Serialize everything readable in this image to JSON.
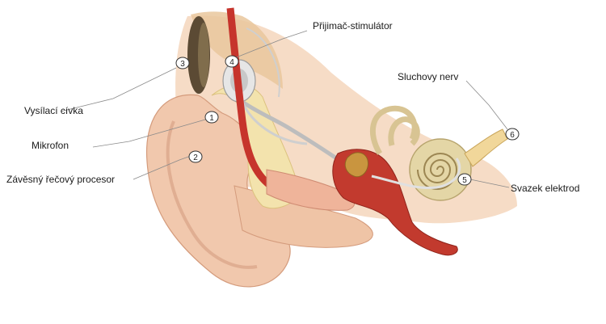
{
  "labels": {
    "receiver_stimulator": "Přijimač-stimulátor",
    "auditory_nerve": "Sluchovy nerv",
    "transmitting_coil": "Vysílací cívka",
    "microphone": "Mikrofon",
    "speech_processor": "Závěsný řečový procesor",
    "electrode_array": "Svazek elektrod"
  },
  "markers": {
    "microphone": "1",
    "speech_processor": "2",
    "transmitting_coil": "3",
    "receiver_stimulator": "4",
    "electrode_array": "5",
    "auditory_nerve": "6"
  },
  "colors": {
    "skin": "#f2cfb4",
    "skin_shadow": "#e2a98c",
    "bone_fat": "#f3e3ad",
    "artery": "#c6342c",
    "cochlea": "#e4d6a6",
    "nerve": "#f1d79a",
    "implant": "#d8d8d8",
    "leader_line": "#8a8a8a"
  }
}
